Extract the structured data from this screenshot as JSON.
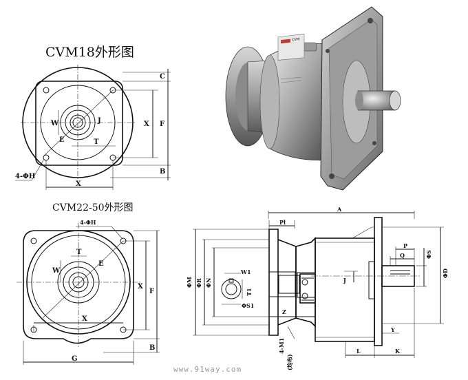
{
  "titles": {
    "cvm18": "CVM18外形图",
    "cvm22": "CVM22-50外形图"
  },
  "labels_cvm18": {
    "C": "C",
    "F": "F",
    "X_right": "X",
    "B": "B",
    "X_bottom": "X",
    "W": "W",
    "J": "J",
    "E": "E",
    "T": "T",
    "holes": "4-ΦH"
  },
  "labels_cvm22": {
    "holes": "4-ΦH",
    "T": "T",
    "E": "E",
    "W": "W",
    "X_right": "X",
    "F": "F",
    "X_bottom": "X",
    "G": "G",
    "B": "B"
  },
  "labels_side": {
    "A": "A",
    "Pl": "Pl",
    "P": "P",
    "Q": "Q",
    "S": "ΦS",
    "D": "ΦD",
    "W1": "W1",
    "T1": "T1",
    "S1": "ΦS1",
    "J": "J",
    "M": "ΦM",
    "R": "ΦR",
    "N": "ΦN",
    "Z": "Z",
    "Y": "Y",
    "L": "L",
    "K": "K",
    "M1": "4-M1",
    "M1_note": "(均布)"
  },
  "photo": {
    "nameplate": "CVM"
  },
  "watermark": "www.91way.com"
}
